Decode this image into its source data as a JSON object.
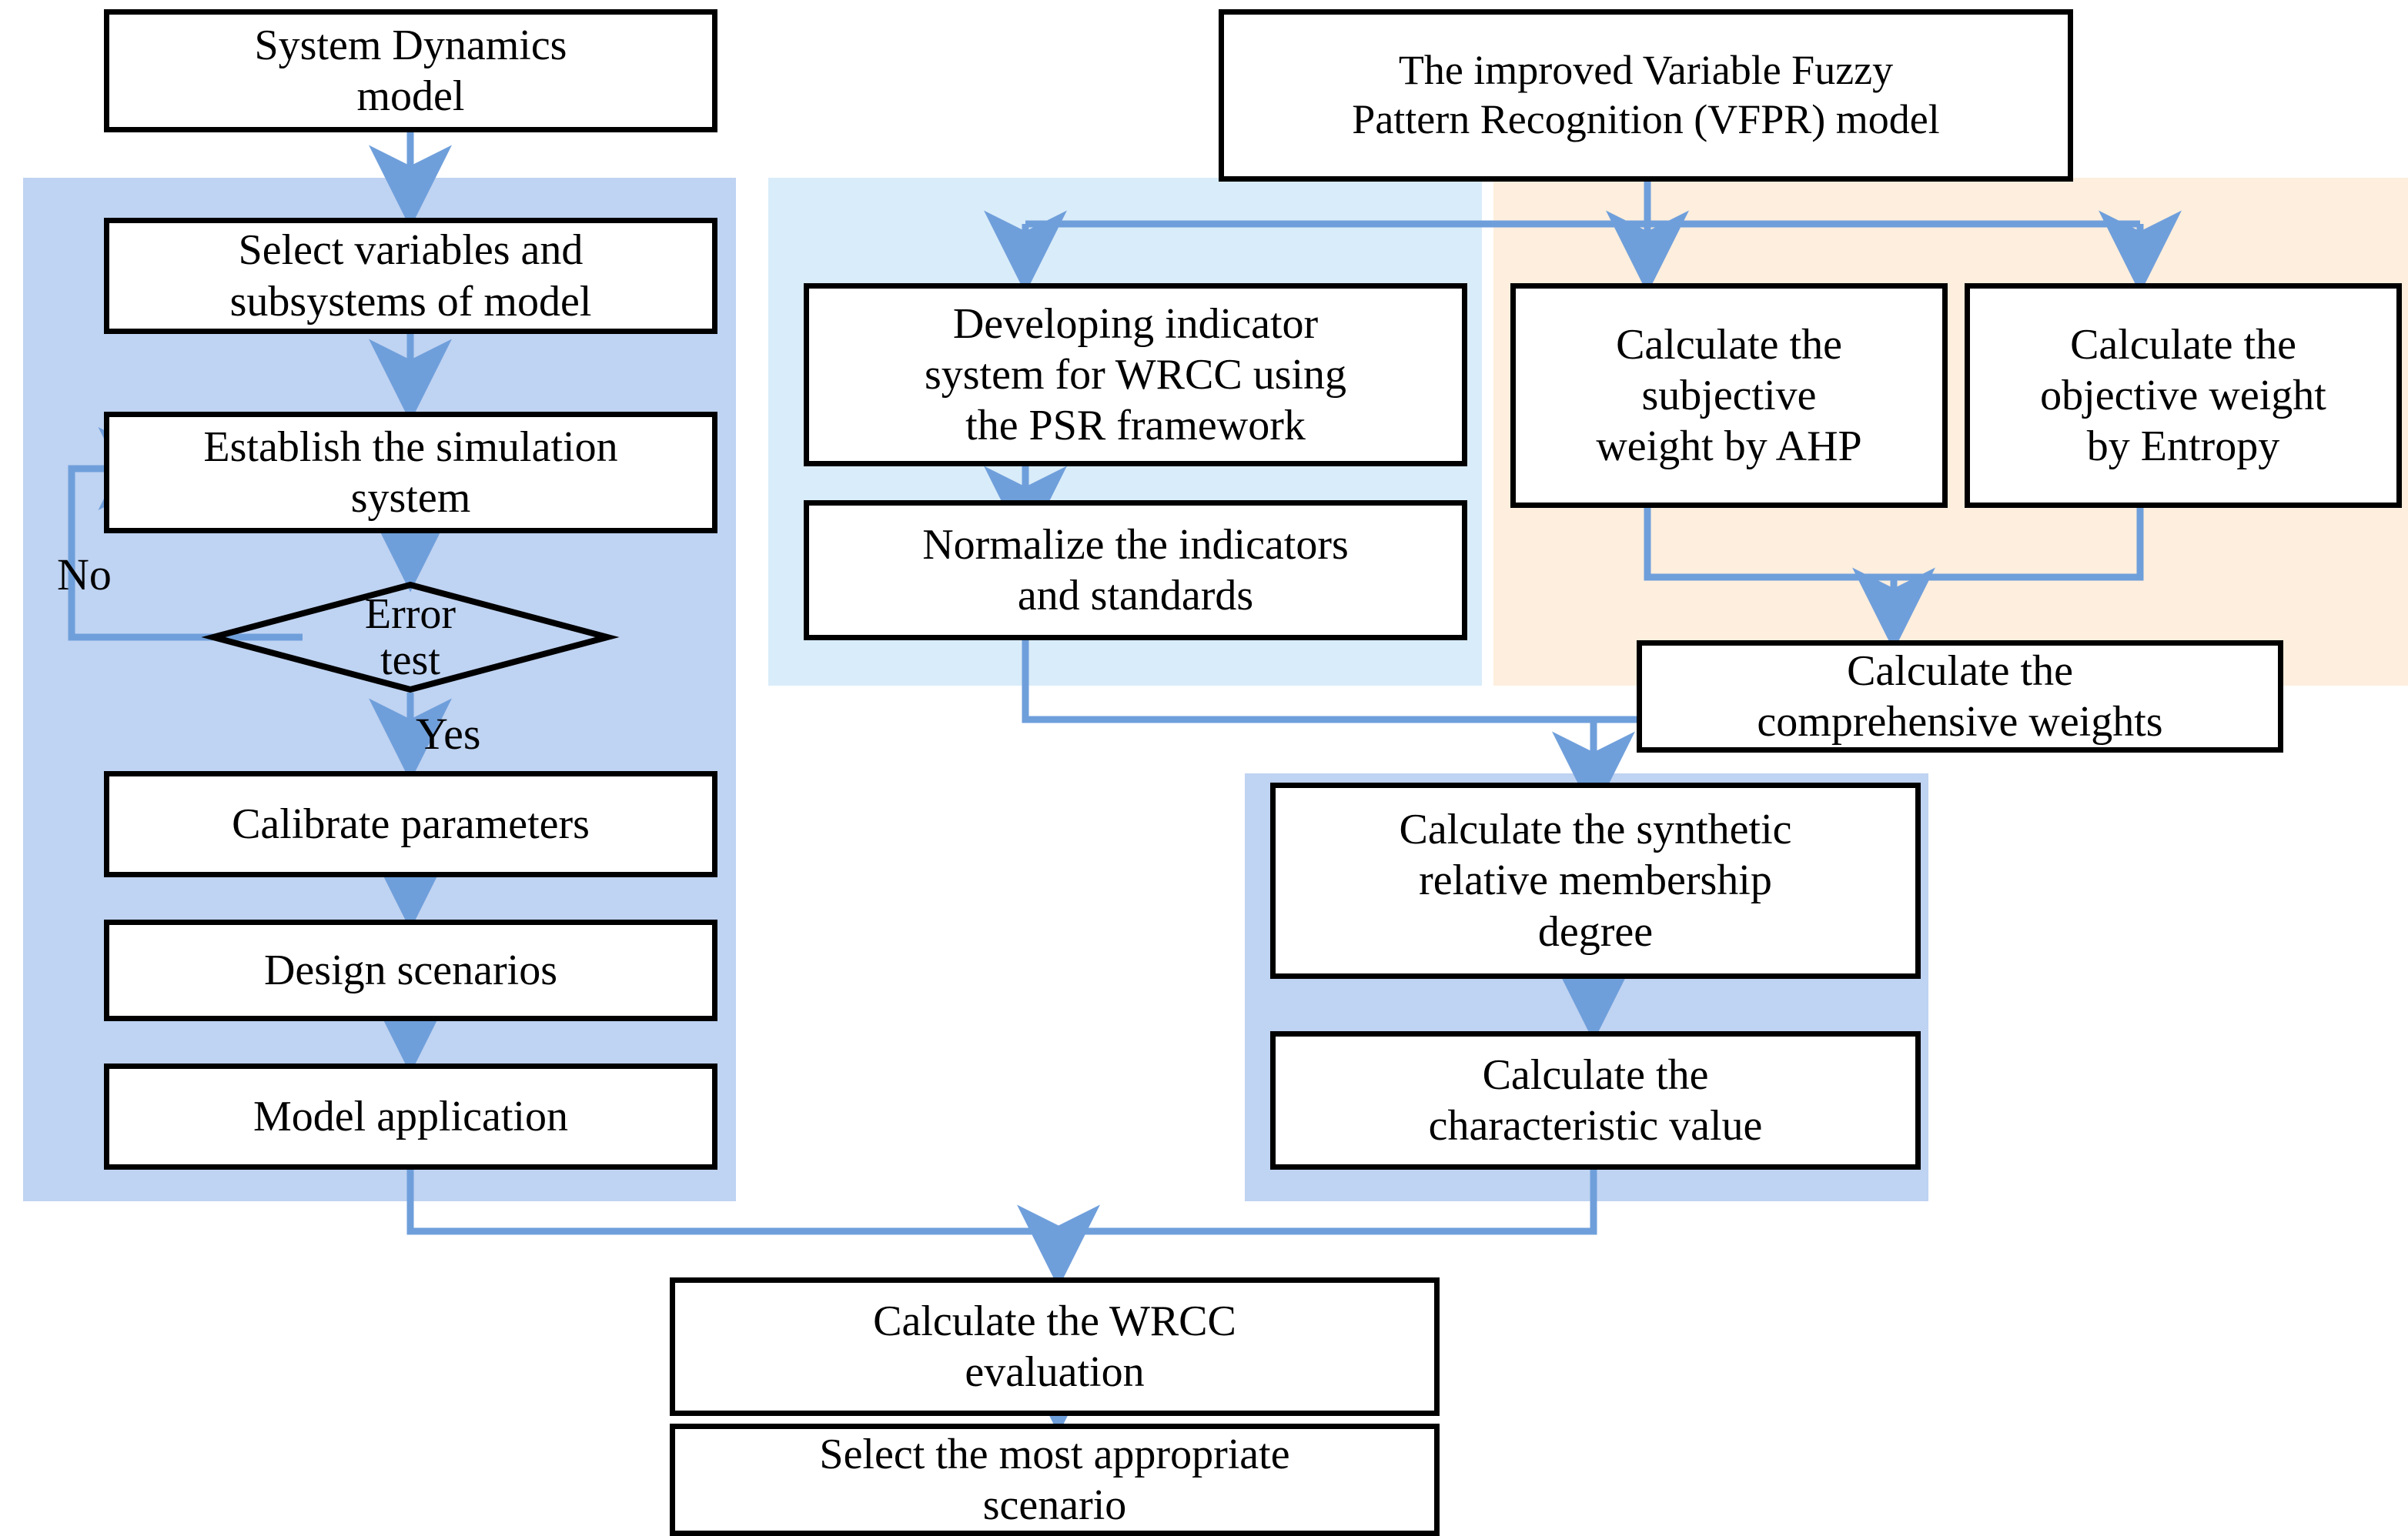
{
  "diagram": {
    "title": "WRCC evaluation methodology flowchart",
    "colors": {
      "panel_blue": "#bfd3f2",
      "panel_lightblue": "#d9ecf9",
      "panel_peach": "#fdeedd",
      "arrow": "#6f9fdb",
      "node_border": "#000000",
      "node_fill": "#ffffff",
      "text": "#000000"
    }
  },
  "panels": [
    {
      "id": "sd-panel",
      "name": "system-dynamics-panel",
      "color": "#bfd3f2"
    },
    {
      "id": "indicator-panel",
      "name": "indicator-system-panel",
      "color": "#d9ecf9"
    },
    {
      "id": "weights-panel",
      "name": "weights-panel",
      "color": "#fdeedd"
    },
    {
      "id": "vfpr-panel",
      "name": "vfpr-computation-panel",
      "color": "#bfd3f2"
    }
  ],
  "nodes": {
    "sd_model": "System Dynamics\nmodel",
    "select_variables": "Select variables and\nsubsystems of model",
    "establish_simulation": "Establish the simulation\nsystem",
    "error_test": "Error\ntest",
    "calibrate_parameters": "Calibrate parameters",
    "design_scenarios": "Design scenarios",
    "model_application": "Model application",
    "vfpr_model": "The improved Variable Fuzzy\nPattern Recognition (VFPR) model",
    "developing_indicator": "Developing indicator\nsystem for WRCC using\nthe PSR framework",
    "normalize_indicators": "Normalize the indicators\nand standards",
    "subjective_weight": "Calculate the\nsubjective\nweight by AHP",
    "objective_weight": "Calculate the\nobjective weight\nby Entropy",
    "comprehensive_weights": "Calculate the\ncomprehensive weights",
    "synthetic_membership": "Calculate the synthetic\nrelative membership\ndegree",
    "characteristic_value": "Calculate the\ncharacteristic value",
    "wrcc_evaluation": "Calculate the WRCC\nevaluation",
    "select_scenario": "Select the most appropriate\nscenario"
  },
  "branch_labels": {
    "no": "No",
    "yes": "Yes"
  }
}
